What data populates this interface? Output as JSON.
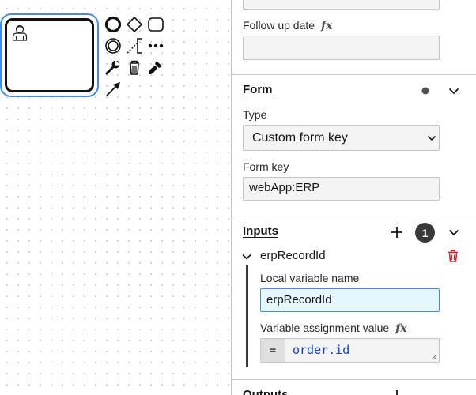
{
  "panel": {
    "followup": {
      "label": "Follow up date",
      "fx": "fx",
      "value": ""
    },
    "form": {
      "title": "Form",
      "type_label": "Type",
      "type_value": "Custom form key",
      "key_label": "Form key",
      "key_value": "webApp:ERP"
    },
    "inputs": {
      "title": "Inputs",
      "count": "1",
      "item_name": "erpRecordId",
      "local_label": "Local variable name",
      "local_value": "erpRecordId",
      "assign_label": "Variable assignment value",
      "fx": "fx",
      "eq": "=",
      "assign_value": "order.id"
    },
    "outputs": {
      "title": "Outputs"
    }
  },
  "colors": {
    "selection": "#3c8ef0",
    "delete": "#da1e28",
    "focus_bg": "#e5f6ff",
    "expression": "#0f3fd1"
  }
}
